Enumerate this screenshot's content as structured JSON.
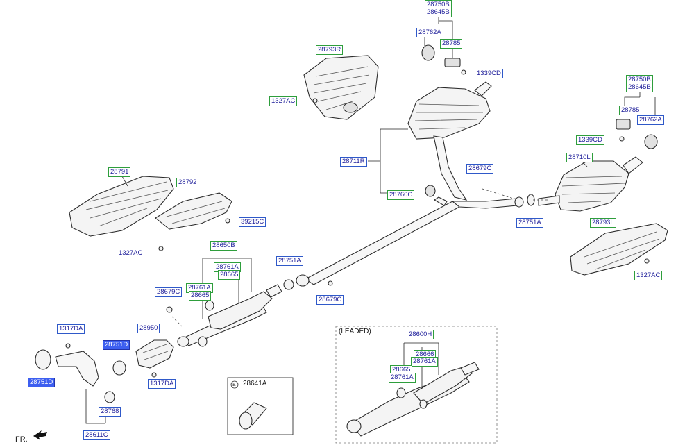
{
  "diagram": {
    "title": "Exhaust system parts diagram",
    "leaded_label": "(LEADED)",
    "front_label": "FR.",
    "legend": {
      "symbol": "a",
      "part": "28641A"
    }
  },
  "colors": {
    "label_blue": "#2f59c9",
    "label_green": "#2e9e3c",
    "selected_fill": "#3d5ff0"
  },
  "parts": {
    "p28750B_top": "28750B",
    "p28645B_top": "28645B",
    "p28762A_top": "28762A",
    "p28785_top": "28785",
    "p1339CD_top": "1339CD",
    "p28793R": "28793R",
    "p1327AC_top": "1327AC",
    "p28750B_right": "28750B",
    "p28645B_right": "28645B",
    "p28785_right": "28785",
    "p28762A_right": "28762A",
    "p1339CD_right": "1339CD",
    "p28711R": "28711R",
    "p28679C_mid": "28679C",
    "p28710L": "28710L",
    "p28760C": "28760C",
    "p28751A_right": "28751A",
    "p28793L": "28793L",
    "p1327AC_right": "1327AC",
    "p28791": "28791",
    "p28792": "28792",
    "p39215C": "39215C",
    "p1327AC_left": "1327AC",
    "p28650B": "28650B",
    "p28761A_a": "28761A",
    "p28665_a": "28665",
    "p28751A_mid": "28751A",
    "p28761A_b": "28761A",
    "p28665_b": "28665",
    "p28679C_left": "28679C",
    "p28679C_low": "28679C",
    "p28950": "28950",
    "p1317DA_top": "1317DA",
    "p28751D_a": "28751D",
    "p28751D_b": "28751D",
    "p1317DA_low": "1317DA",
    "p28768": "28768",
    "p28611C": "28611C",
    "p28600H": "28600H",
    "p28666": "28666",
    "p28761A_c": "28761A",
    "p28665_c": "28665",
    "p28761A_d": "28761A"
  }
}
